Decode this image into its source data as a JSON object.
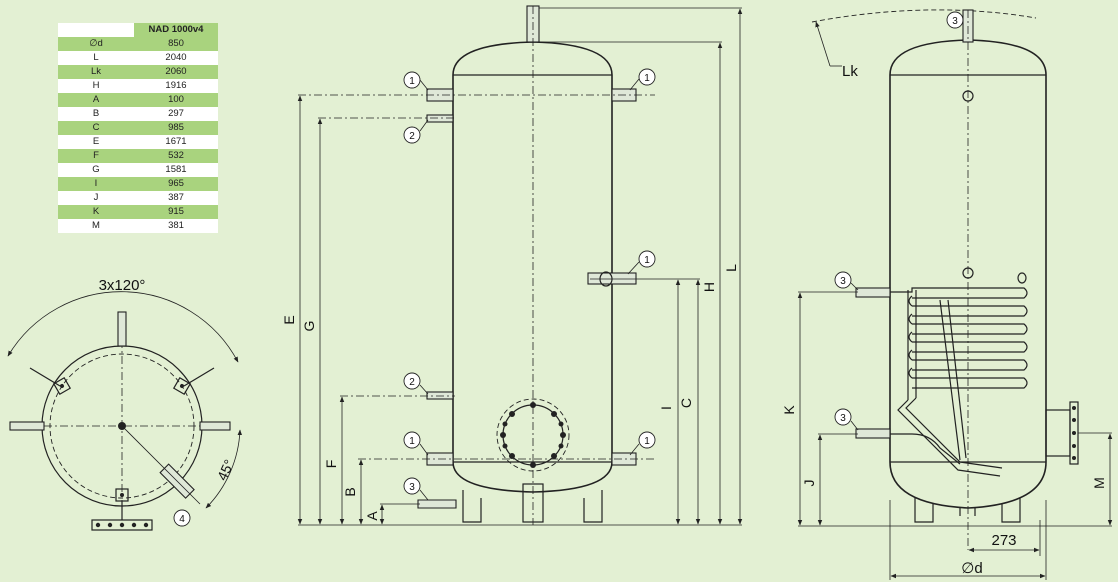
{
  "table": {
    "model": "NAD 1000v4",
    "rows": [
      {
        "key": "∅d",
        "value": "850"
      },
      {
        "key": "L",
        "value": "2040"
      },
      {
        "key": "Lk",
        "value": "2060"
      },
      {
        "key": "H",
        "value": "1916"
      },
      {
        "key": "A",
        "value": "100"
      },
      {
        "key": "B",
        "value": "297"
      },
      {
        "key": "C",
        "value": "985"
      },
      {
        "key": "E",
        "value": "1671"
      },
      {
        "key": "F",
        "value": "532"
      },
      {
        "key": "G",
        "value": "1581"
      },
      {
        "key": "I",
        "value": "965"
      },
      {
        "key": "J",
        "value": "387"
      },
      {
        "key": "K",
        "value": "915"
      },
      {
        "key": "M",
        "value": "381"
      }
    ]
  },
  "labels": {
    "angle_top": "3x120°",
    "angle_45": "45°",
    "dim_273": "273",
    "dim_d": "∅d",
    "lk": "Lk",
    "L": "L",
    "H": "H",
    "E": "E",
    "G": "G",
    "I": "I",
    "C": "C",
    "F": "F",
    "B": "B",
    "A": "A",
    "K": "K",
    "J": "J",
    "M": "M",
    "conn_1": "1",
    "conn_2": "2",
    "conn_3": "3",
    "conn_4": "4"
  }
}
